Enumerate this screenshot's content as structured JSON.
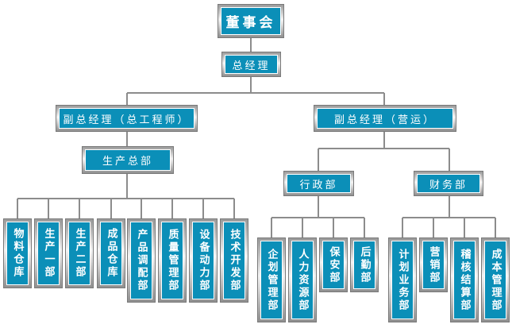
{
  "title": "组织结构图",
  "colors": {
    "box_fill": "#0b8fb8",
    "box_text": "#ffffff",
    "line": "#8c8c8c"
  },
  "nodes": {
    "board": "董事会",
    "gm": "总经理",
    "vp_engineering": "副总经理（总工程师）",
    "vp_operations": "副总经理（营运）",
    "production_hq": "生产总部",
    "admin": "行政部",
    "finance": "财务部"
  },
  "production_depts": [
    "物料仓库",
    "生产一部",
    "生产二部",
    "成品仓库",
    "产品调配部",
    "质量管理部",
    "设备动力部",
    "技术开发部"
  ],
  "admin_depts": [
    "企划管理部",
    "人力资源部",
    "保安部",
    "后勤部"
  ],
  "finance_depts": [
    "计划业务部",
    "营销部",
    "稽核结算部",
    "成本管理部"
  ]
}
